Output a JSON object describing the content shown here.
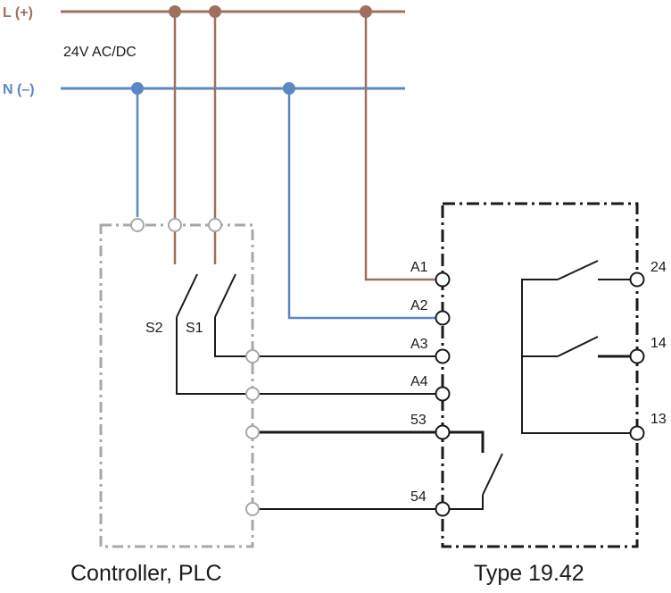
{
  "colors": {
    "live": "#a0705e",
    "neutral": "#5b87c5",
    "wire": "#1a1a1a",
    "plc_border": "#a8a8a8",
    "relay_border": "#1a1a1a"
  },
  "supply": {
    "live_label": "L (+)",
    "neutral_label": "N (–)",
    "voltage_label": "24V AC/DC"
  },
  "plc": {
    "caption": "Controller, PLC",
    "switch_labels": [
      "S2",
      "S1"
    ]
  },
  "relay": {
    "caption": "Type 19.42",
    "input_terminals": [
      "A1",
      "A2",
      "A3",
      "A4",
      "53",
      "54"
    ],
    "output_terminals": [
      "24",
      "14",
      "13"
    ]
  }
}
